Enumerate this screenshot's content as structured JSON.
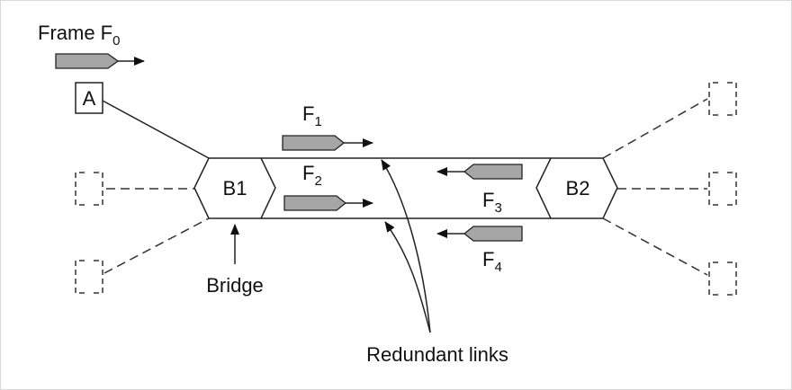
{
  "frame_label": {
    "text": "Frame F",
    "sub": "0"
  },
  "host": {
    "label": "A"
  },
  "bridges": [
    {
      "label": "B1"
    },
    {
      "label": "B2"
    }
  ],
  "frames": [
    {
      "text": "F",
      "sub": "1"
    },
    {
      "text": "F",
      "sub": "2"
    },
    {
      "text": "F",
      "sub": "3"
    },
    {
      "text": "F",
      "sub": "4"
    }
  ],
  "bridge_caption": "Bridge",
  "links_caption": "Redundant links"
}
